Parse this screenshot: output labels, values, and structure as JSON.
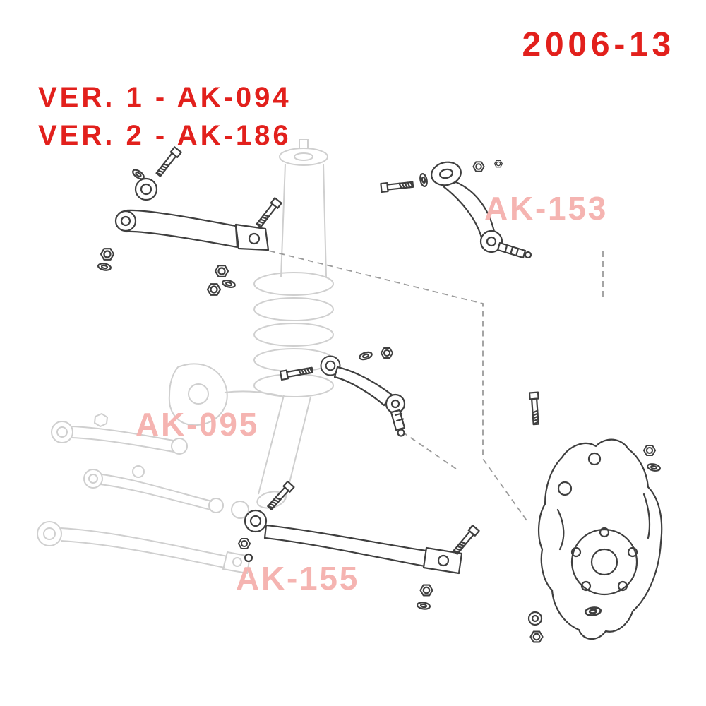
{
  "header": {
    "year_range": "2006-13",
    "versions": {
      "v1": "VER. 1 - AK-094",
      "v2": "VER. 2 - AK-186"
    }
  },
  "diagram": {
    "type": "exploded-suspension-parts-diagram",
    "part_labels": {
      "upper_rear_arm": "AK-153",
      "middle_arm": "AK-095",
      "lower_trailing_arm": "AK-155"
    }
  },
  "colors": {
    "accent-red": "#e2201c",
    "label-pink": "#f5b4b1",
    "line-dark": "#3f3f3f",
    "line-faded": "#cfcfcf",
    "background": "#ffffff"
  }
}
